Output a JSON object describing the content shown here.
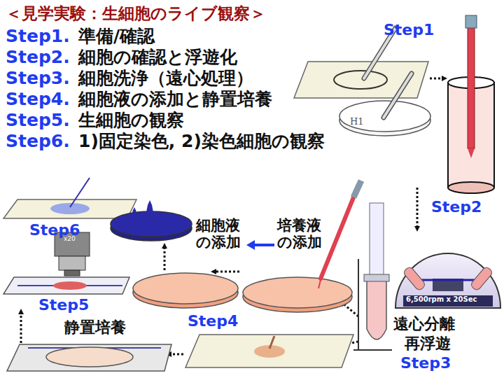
{
  "diagram": {
    "title": "＜見学実験：生細胞のライブ観察＞",
    "labels": [
      "Step1.",
      "準備/確認",
      "Step2.",
      "細胞の確認と浮遊化",
      "Step3.",
      "細胞洗浄（遠心処理）",
      "Step4.",
      "細胞液の添加と静置培養",
      "Step5.",
      "生細胞の観察",
      "Step6.",
      "1)固定染色, 2)染色細胞の観察",
      "Step1",
      "H1",
      "Step2",
      "6,500rpm x 20Sec",
      "遠心分離",
      "再浮遊",
      "Step3",
      "細胞液 の添加",
      "培養液 の添加",
      "Step4",
      "静置培養",
      "Step5",
      "x20",
      "Step6"
    ]
  }
}
